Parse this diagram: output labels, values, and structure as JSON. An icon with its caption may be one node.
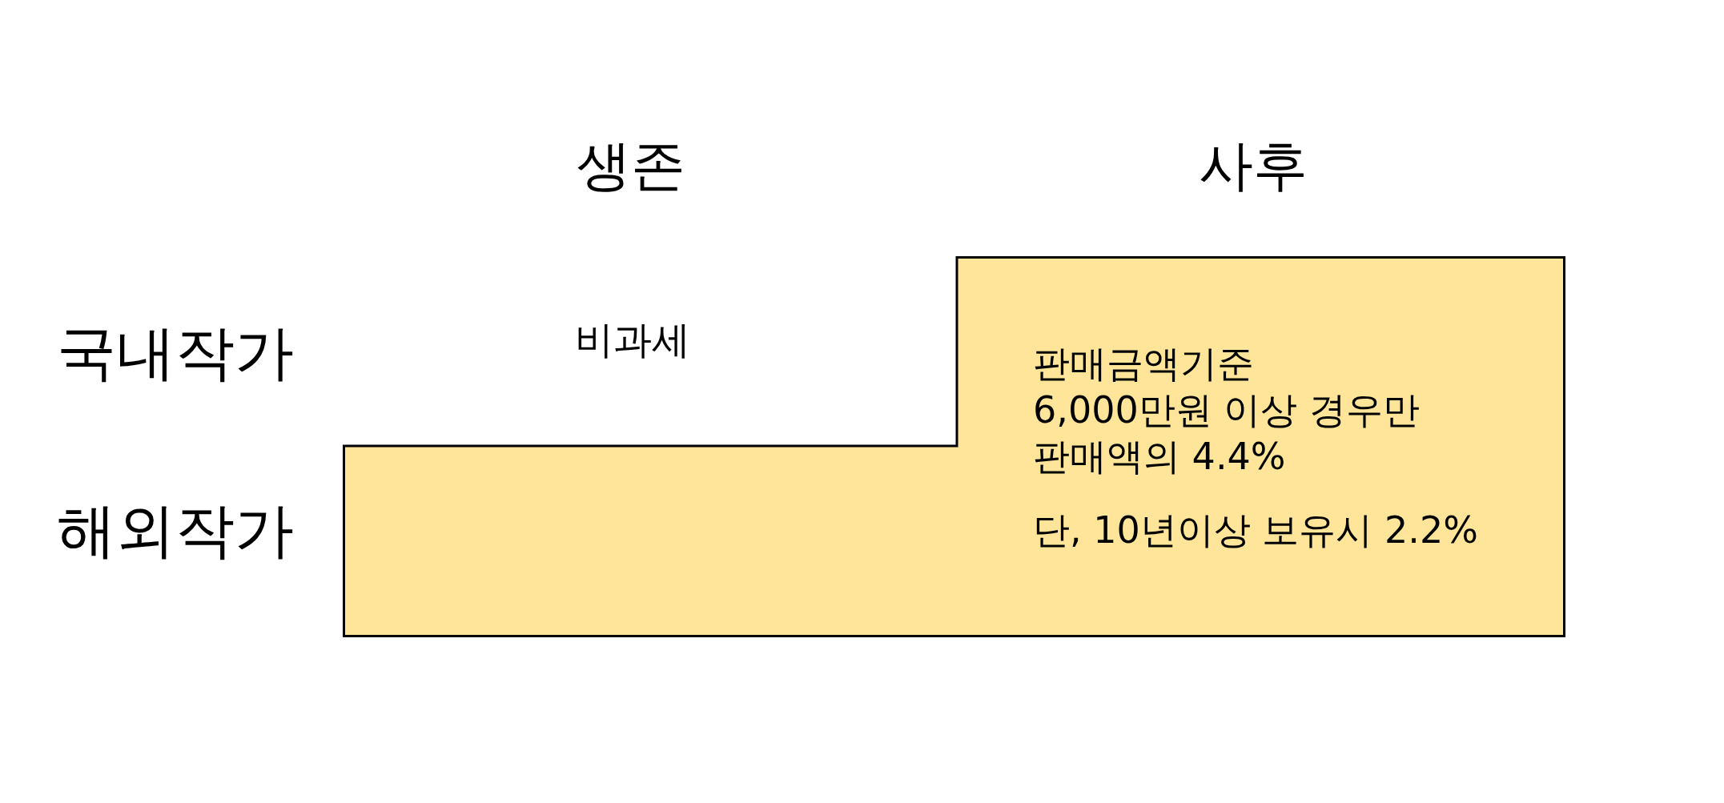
{
  "diagram": {
    "nodes": [
      {
        "text": [
          "판매금액기준 6,000만원 이상 경우만 판매액의 4.4%",
          "단, 10년이상 보유시 2.2%"
        ]
      }
    ],
    "labels": [
      "생존",
      "사후",
      "국내작가",
      "비과세",
      "해외작가"
    ]
  }
}
